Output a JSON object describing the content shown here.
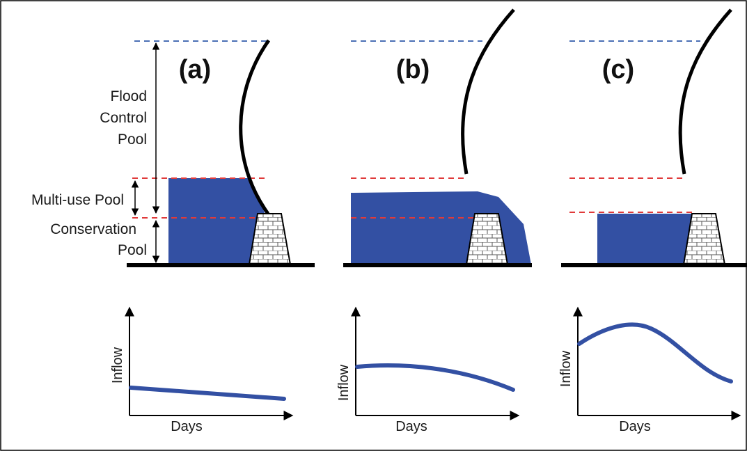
{
  "panels": [
    {
      "id": "a",
      "label": "(a)",
      "inflow_trend": "slowly decreasing"
    },
    {
      "id": "b",
      "label": "(b)",
      "inflow_trend": "flat then decreasing"
    },
    {
      "id": "c",
      "label": "(c)",
      "inflow_trend": "rising then falling"
    }
  ],
  "pools": {
    "flood_control": [
      "Flood",
      "Control",
      "Pool"
    ],
    "multi_use": "Multi-use Pool",
    "conservation": [
      "Conservation",
      "Pool"
    ]
  },
  "axes": {
    "y_label": "Inflow",
    "x_label": "Days"
  },
  "colors": {
    "water": "#3350a3",
    "flood_line": "#4a6fb5",
    "pool_line": "#e03a3a",
    "inflow_curve": "#3350a3",
    "ink": "#000000"
  }
}
